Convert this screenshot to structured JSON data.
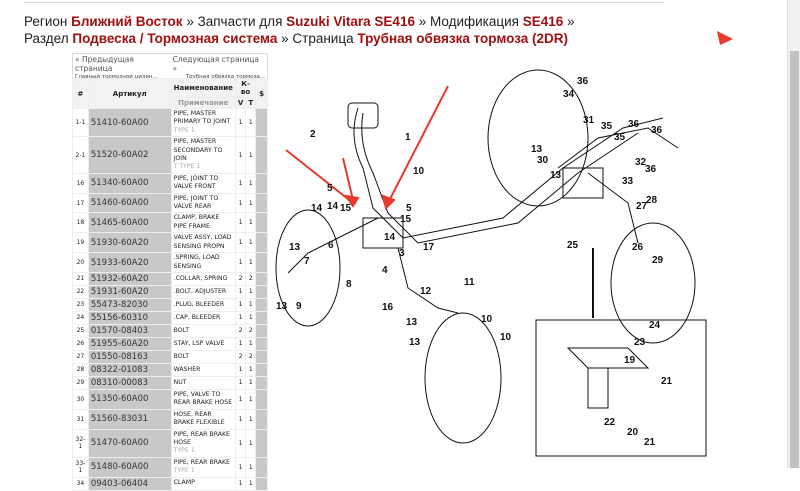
{
  "breadcrumb": {
    "region_label": "Регион",
    "region": "Ближний Восток",
    "parts_label": "» Запчасти для",
    "model": "Suzuki Vitara SE416",
    "mod_label": "» Модификация",
    "mod": "SE416",
    "sep": "»",
    "section_label": "Раздел",
    "section": "Подвеска / Тормозная система",
    "page_label": "» Страница",
    "page": "Трубная обвязка тормоза (2DR)"
  },
  "pager": {
    "prev": "« Предыдущая страница",
    "next": "Следующая страница »",
    "prev_title": "Главный тормозной цилин...",
    "next_title": "Трубная обвязка тормоза..."
  },
  "table": {
    "h_num": "#",
    "h_art": "Артикул",
    "h_name": "Наименование",
    "h_note": "Примечание",
    "h_qty": "К-во",
    "h_v": "V",
    "h_t": "T",
    "h_price": "$",
    "rows": [
      {
        "n": "1-1",
        "a": "51410-60A00",
        "name": "PIPE, MASTER PRIMARY TO JOINT",
        "note": "TYPE 1",
        "v": "1",
        "t": "1"
      },
      {
        "n": "2-1",
        "a": "51520-60A02",
        "name": "PIPE, MASTER SECONDARY TO JOIN",
        "note": "T TYPE 1",
        "v": "1",
        "t": "1"
      },
      {
        "n": "16",
        "a": "51340-60A00",
        "name": "PIPE, JOINT TO VALVE FRONT",
        "note": "",
        "v": "1",
        "t": "1"
      },
      {
        "n": "17",
        "a": "51460-60A00",
        "name": "PIPE, JOINT TO VALVE REAR",
        "note": "",
        "v": "1",
        "t": "1"
      },
      {
        "n": "18",
        "a": "51465-60A00",
        "name": "CLAMP, BRAKE PIPE FRAME",
        "note": "",
        "v": "1",
        "t": "1"
      },
      {
        "n": "19",
        "a": "51930-60A20",
        "name": "VALVE ASSY, LOAD SENSING PROPN",
        "note": "",
        "v": "1",
        "t": "1"
      },
      {
        "n": "20",
        "a": "51933-60A20",
        "name": ".SPRING, LOAD SENSING",
        "note": "",
        "v": "1",
        "t": "1"
      },
      {
        "n": "21",
        "a": "51932-60A20",
        "name": ".COLLAR, SPRING",
        "note": "",
        "v": "2",
        "t": "2"
      },
      {
        "n": "22",
        "a": "51931-60A20",
        "name": ".BOLT, ADJUSTER",
        "note": "",
        "v": "1",
        "t": "1"
      },
      {
        "n": "23",
        "a": "55473-82030",
        "name": ".PLUG, BLEEDER",
        "note": "",
        "v": "1",
        "t": "1"
      },
      {
        "n": "24",
        "a": "55156-60310",
        "name": ".CAP, BLEEDER",
        "note": "",
        "v": "1",
        "t": "1"
      },
      {
        "n": "25",
        "a": "01570-08403",
        "name": "BOLT",
        "note": "",
        "v": "2",
        "t": "2"
      },
      {
        "n": "26",
        "a": "51955-60A20",
        "name": "STAY, LSP VALVE",
        "note": "",
        "v": "1",
        "t": "1"
      },
      {
        "n": "27",
        "a": "01550-08163",
        "name": "BOLT",
        "note": "",
        "v": "2",
        "t": "2"
      },
      {
        "n": "28",
        "a": "08322-01083",
        "name": "WASHER",
        "note": "",
        "v": "1",
        "t": "1"
      },
      {
        "n": "29",
        "a": "08310-00083",
        "name": "NUT",
        "note": "",
        "v": "1",
        "t": "1"
      },
      {
        "n": "30",
        "a": "51350-60A00",
        "name": "PIPE, VALVE TO REAR BRAKE HOSE",
        "note": "",
        "v": "1",
        "t": "1"
      },
      {
        "n": "31",
        "a": "51560-83031",
        "name": "HOSE, REAR BRAKE FLEXIBLE",
        "note": "",
        "v": "1",
        "t": "1"
      },
      {
        "n": "32-1",
        "a": "51470-60A00",
        "name": "PIPE, REAR BRAKE HOSE",
        "note": "TYPE 1",
        "v": "1",
        "t": "1"
      },
      {
        "n": "33-1",
        "a": "51480-60A00",
        "name": "PIPE, REAR BRAKE",
        "note": "TYPE 1",
        "v": "1",
        "t": "1"
      },
      {
        "n": "34",
        "a": "09403-06404",
        "name": "CLAMP",
        "note": "",
        "v": "1",
        "t": "1"
      }
    ]
  },
  "diagram": {
    "callouts": [
      "36",
      "34",
      "31",
      "35",
      "36",
      "35",
      "36",
      "13",
      "30",
      "13",
      "32",
      "33",
      "36",
      "27",
      "28",
      "25",
      "26",
      "29",
      "2",
      "1",
      "10",
      "5",
      "14",
      "14",
      "15",
      "5",
      "15",
      "14",
      "13",
      "6",
      "7",
      "3",
      "4",
      "17",
      "16",
      "8",
      "13",
      "9",
      "12",
      "11",
      "13",
      "13",
      "10",
      "10",
      "24",
      "23",
      "19",
      "21",
      "22",
      "20",
      "21"
    ]
  },
  "colors": {
    "accent": "#a01010",
    "arrow": "#e8392b"
  }
}
